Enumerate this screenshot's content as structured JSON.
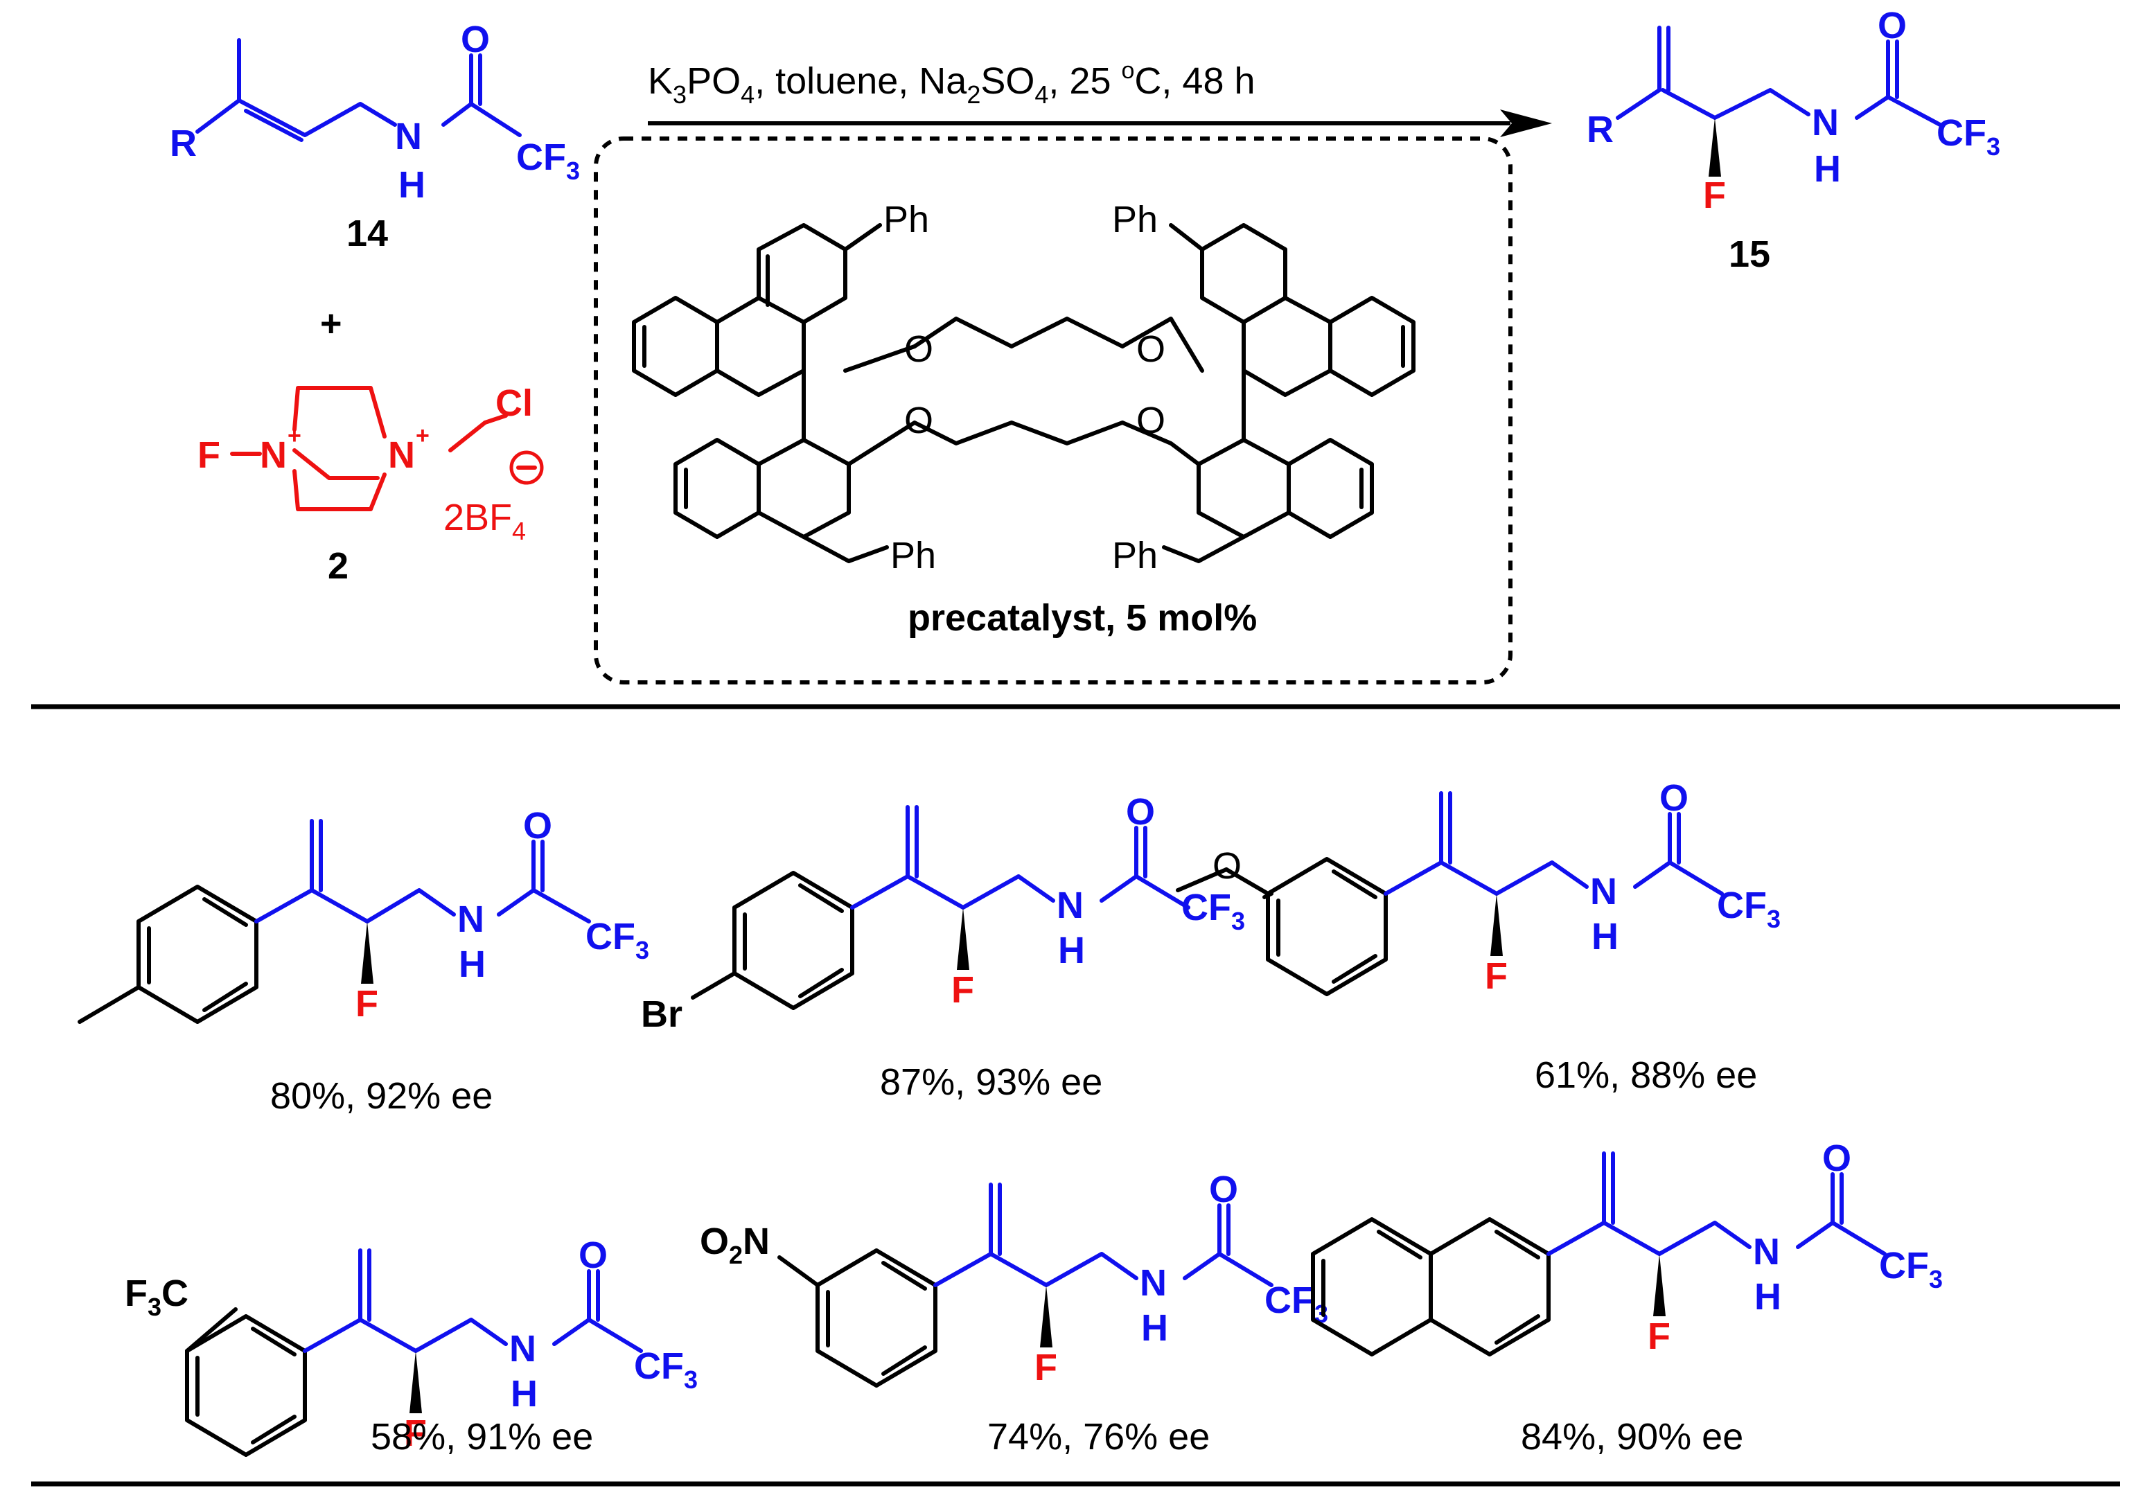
{
  "colors": {
    "product_core": "#1010ee",
    "reagent": "#ee1111",
    "text": "#000000"
  },
  "reaction": {
    "conditions": {
      "k": "K",
      "k_sub": "3",
      "po": "PO",
      "po_sub": "4",
      "solvent": ", toluene, Na",
      "na_sub": "2",
      "so": "SO",
      "so_sub": "4",
      "temp": ", 25 ",
      "temp_sup": "o",
      "rest": "C, 48 h"
    },
    "substrate_label": "14",
    "plus": "+",
    "reagent_label": "2",
    "product_label": "15",
    "precatalyst_caption": "precatalyst, 5 mol%"
  },
  "atoms": {
    "R": "R",
    "O": "O",
    "N": "N",
    "H": "H",
    "F": "F",
    "Cl": "Cl",
    "Ph": "Ph",
    "CF": "CF",
    "sub3": "3",
    "sub2": "2",
    "sub4": "4",
    "plus": "+",
    "BF": "2BF",
    "minus": "−",
    "Br": "Br",
    "F3C": "F",
    "C": "C"
  },
  "products": [
    {
      "yield": "80%, 92% ee"
    },
    {
      "yield": "87%, 93% ee"
    },
    {
      "yield": "61%, 88% ee"
    },
    {
      "yield": "58%, 91% ee"
    },
    {
      "yield": "74%, 76% ee"
    },
    {
      "yield": "84%, 90% ee"
    }
  ]
}
